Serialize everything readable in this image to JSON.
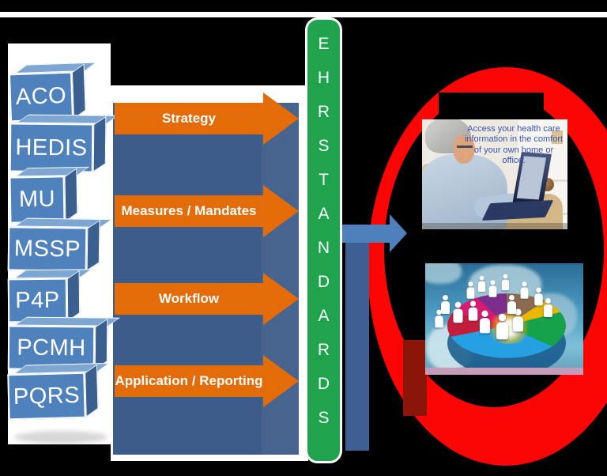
{
  "page": {
    "background": "#000000"
  },
  "blocks": [
    {
      "label": "ACO"
    },
    {
      "label": "HEDIS"
    },
    {
      "label": "MU"
    },
    {
      "label": "MSSP"
    },
    {
      "label": "P4P"
    },
    {
      "label": "PCMH"
    },
    {
      "label": "PQRS"
    }
  ],
  "arrows": [
    {
      "label": "Strategy"
    },
    {
      "label": "Measures / Mandates"
    },
    {
      "label": "Workflow"
    },
    {
      "label": "Application / Reporting"
    }
  ],
  "ehr_bar": {
    "label": "EHR STANDARDS",
    "letters": [
      "E",
      "H",
      "R",
      "S",
      "T",
      "A",
      "N",
      "D",
      "A",
      "R",
      "D",
      "S"
    ],
    "color": "#1FA44D"
  },
  "patient_portal_photo": {
    "caption": "Access your health care information in the comfort of your own home or office."
  },
  "colors": {
    "block_blue": "#4F81BD",
    "column_blue": "#3E5C8A",
    "arrow_orange": "#E36C09",
    "connector_blue": "#4E81BC",
    "oval_red": "#FB0505"
  }
}
